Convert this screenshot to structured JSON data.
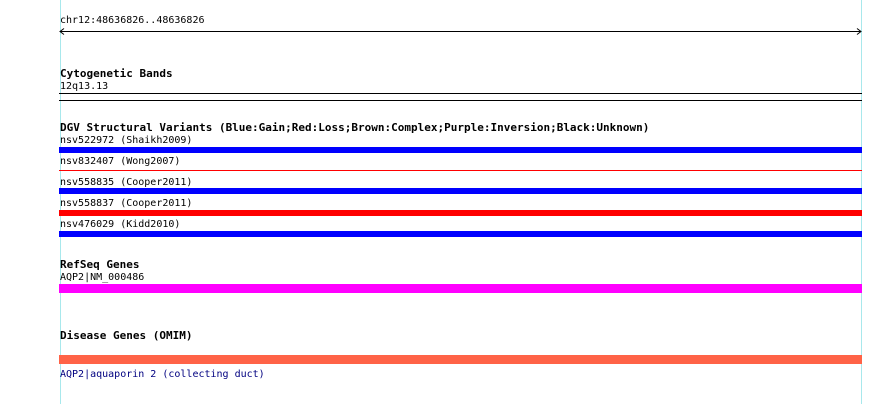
{
  "position": {
    "label": "chr12:48636826..48636826"
  },
  "tracks": {
    "cytoband": {
      "title": "Cytogenetic Bands",
      "band": "12q13.13"
    },
    "dgv": {
      "title": "DGV Structural Variants (Blue:Gain;Red:Loss;Brown:Complex;Purple:Inversion;Black:Unknown)",
      "items": [
        {
          "label": "nsv522972 (Shaikh2009)",
          "type": "Gain",
          "color": "#0000ff"
        },
        {
          "label": "nsv832407 (Wong2007)",
          "type": "Loss",
          "color": "#ff0000"
        },
        {
          "label": "nsv558835 (Cooper2011)",
          "type": "Gain",
          "color": "#0000ff"
        },
        {
          "label": "nsv558837 (Cooper2011)",
          "type": "Loss",
          "color": "#ff0000"
        },
        {
          "label": "nsv476029 (Kidd2010)",
          "type": "Gain",
          "color": "#0000ff"
        }
      ]
    },
    "refseq": {
      "title": "RefSeq Genes",
      "gene": "AQP2|NM_000486",
      "color": "#ff00ff"
    },
    "omim": {
      "title": "Disease Genes (OMIM)",
      "link": "AQP2|aquaporin 2 (collecting duct)",
      "color": "#ff6347"
    }
  }
}
